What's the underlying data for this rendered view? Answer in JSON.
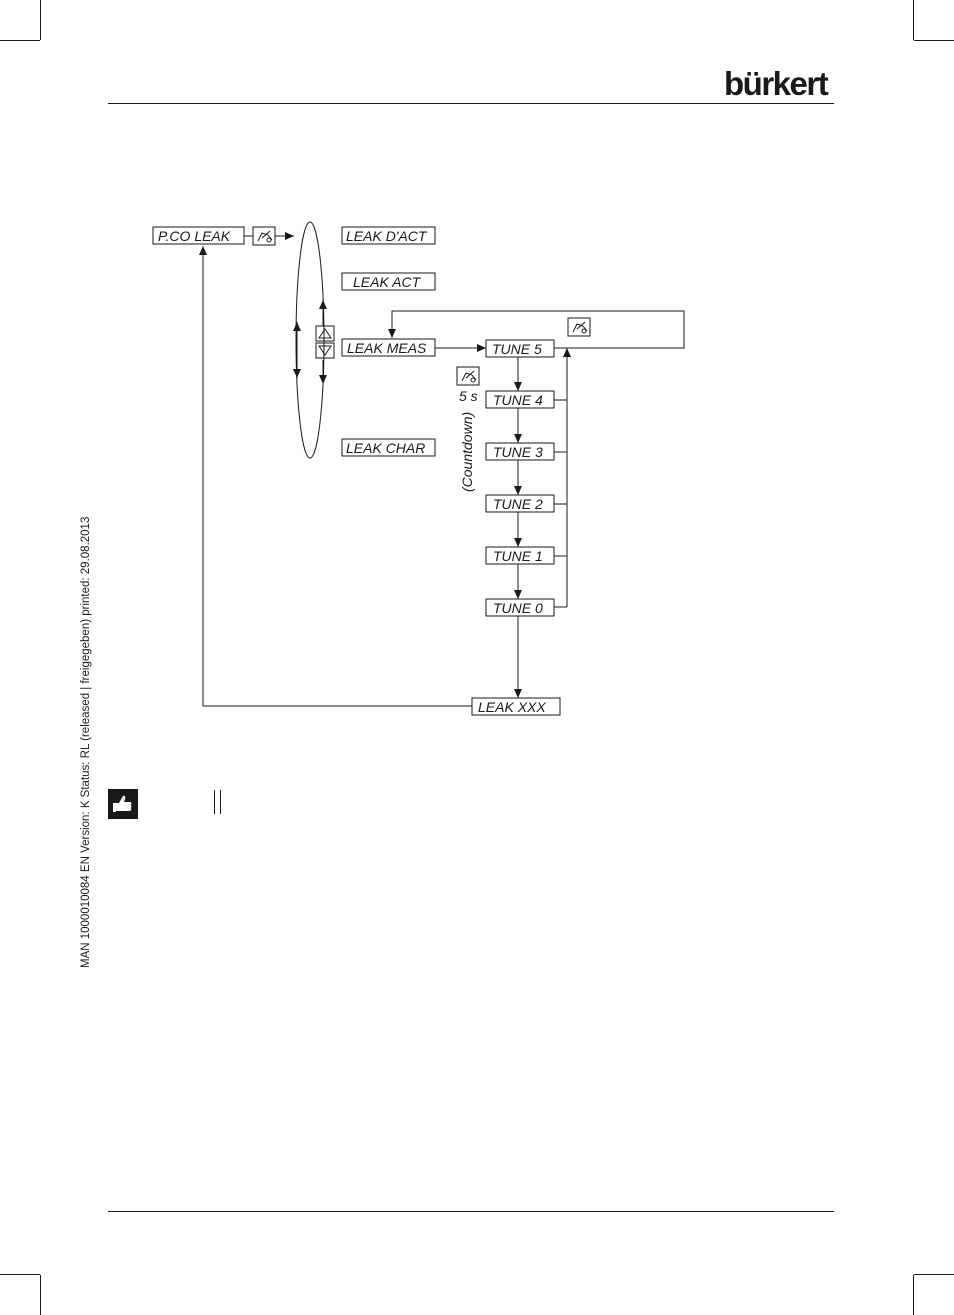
{
  "header": {
    "logo_text": "bürkert"
  },
  "side_note": "MAN  1000010084  EN  Version: K  Status: RL (released | freigegeben)  printed: 29.08.2013",
  "diagram": {
    "start_box": "P.CO  LEAK",
    "menu_items": [
      "LEAK D'ACT",
      "LEAK ACT",
      "LEAK MEAS",
      "LEAK CHAR"
    ],
    "countdown_time": "5 s",
    "countdown_label": "(Countdown)",
    "tune_steps": [
      "TUNE 5",
      "TUNE 4",
      "TUNE 3",
      "TUNE 2",
      "TUNE 1",
      "TUNE 0"
    ],
    "result_box": "LEAK XXX",
    "icons": [
      "hand-key-icon",
      "arrow-up-key-icon",
      "arrow-down-key-icon"
    ]
  },
  "note": {
    "icon": "thumbs-up-icon"
  }
}
